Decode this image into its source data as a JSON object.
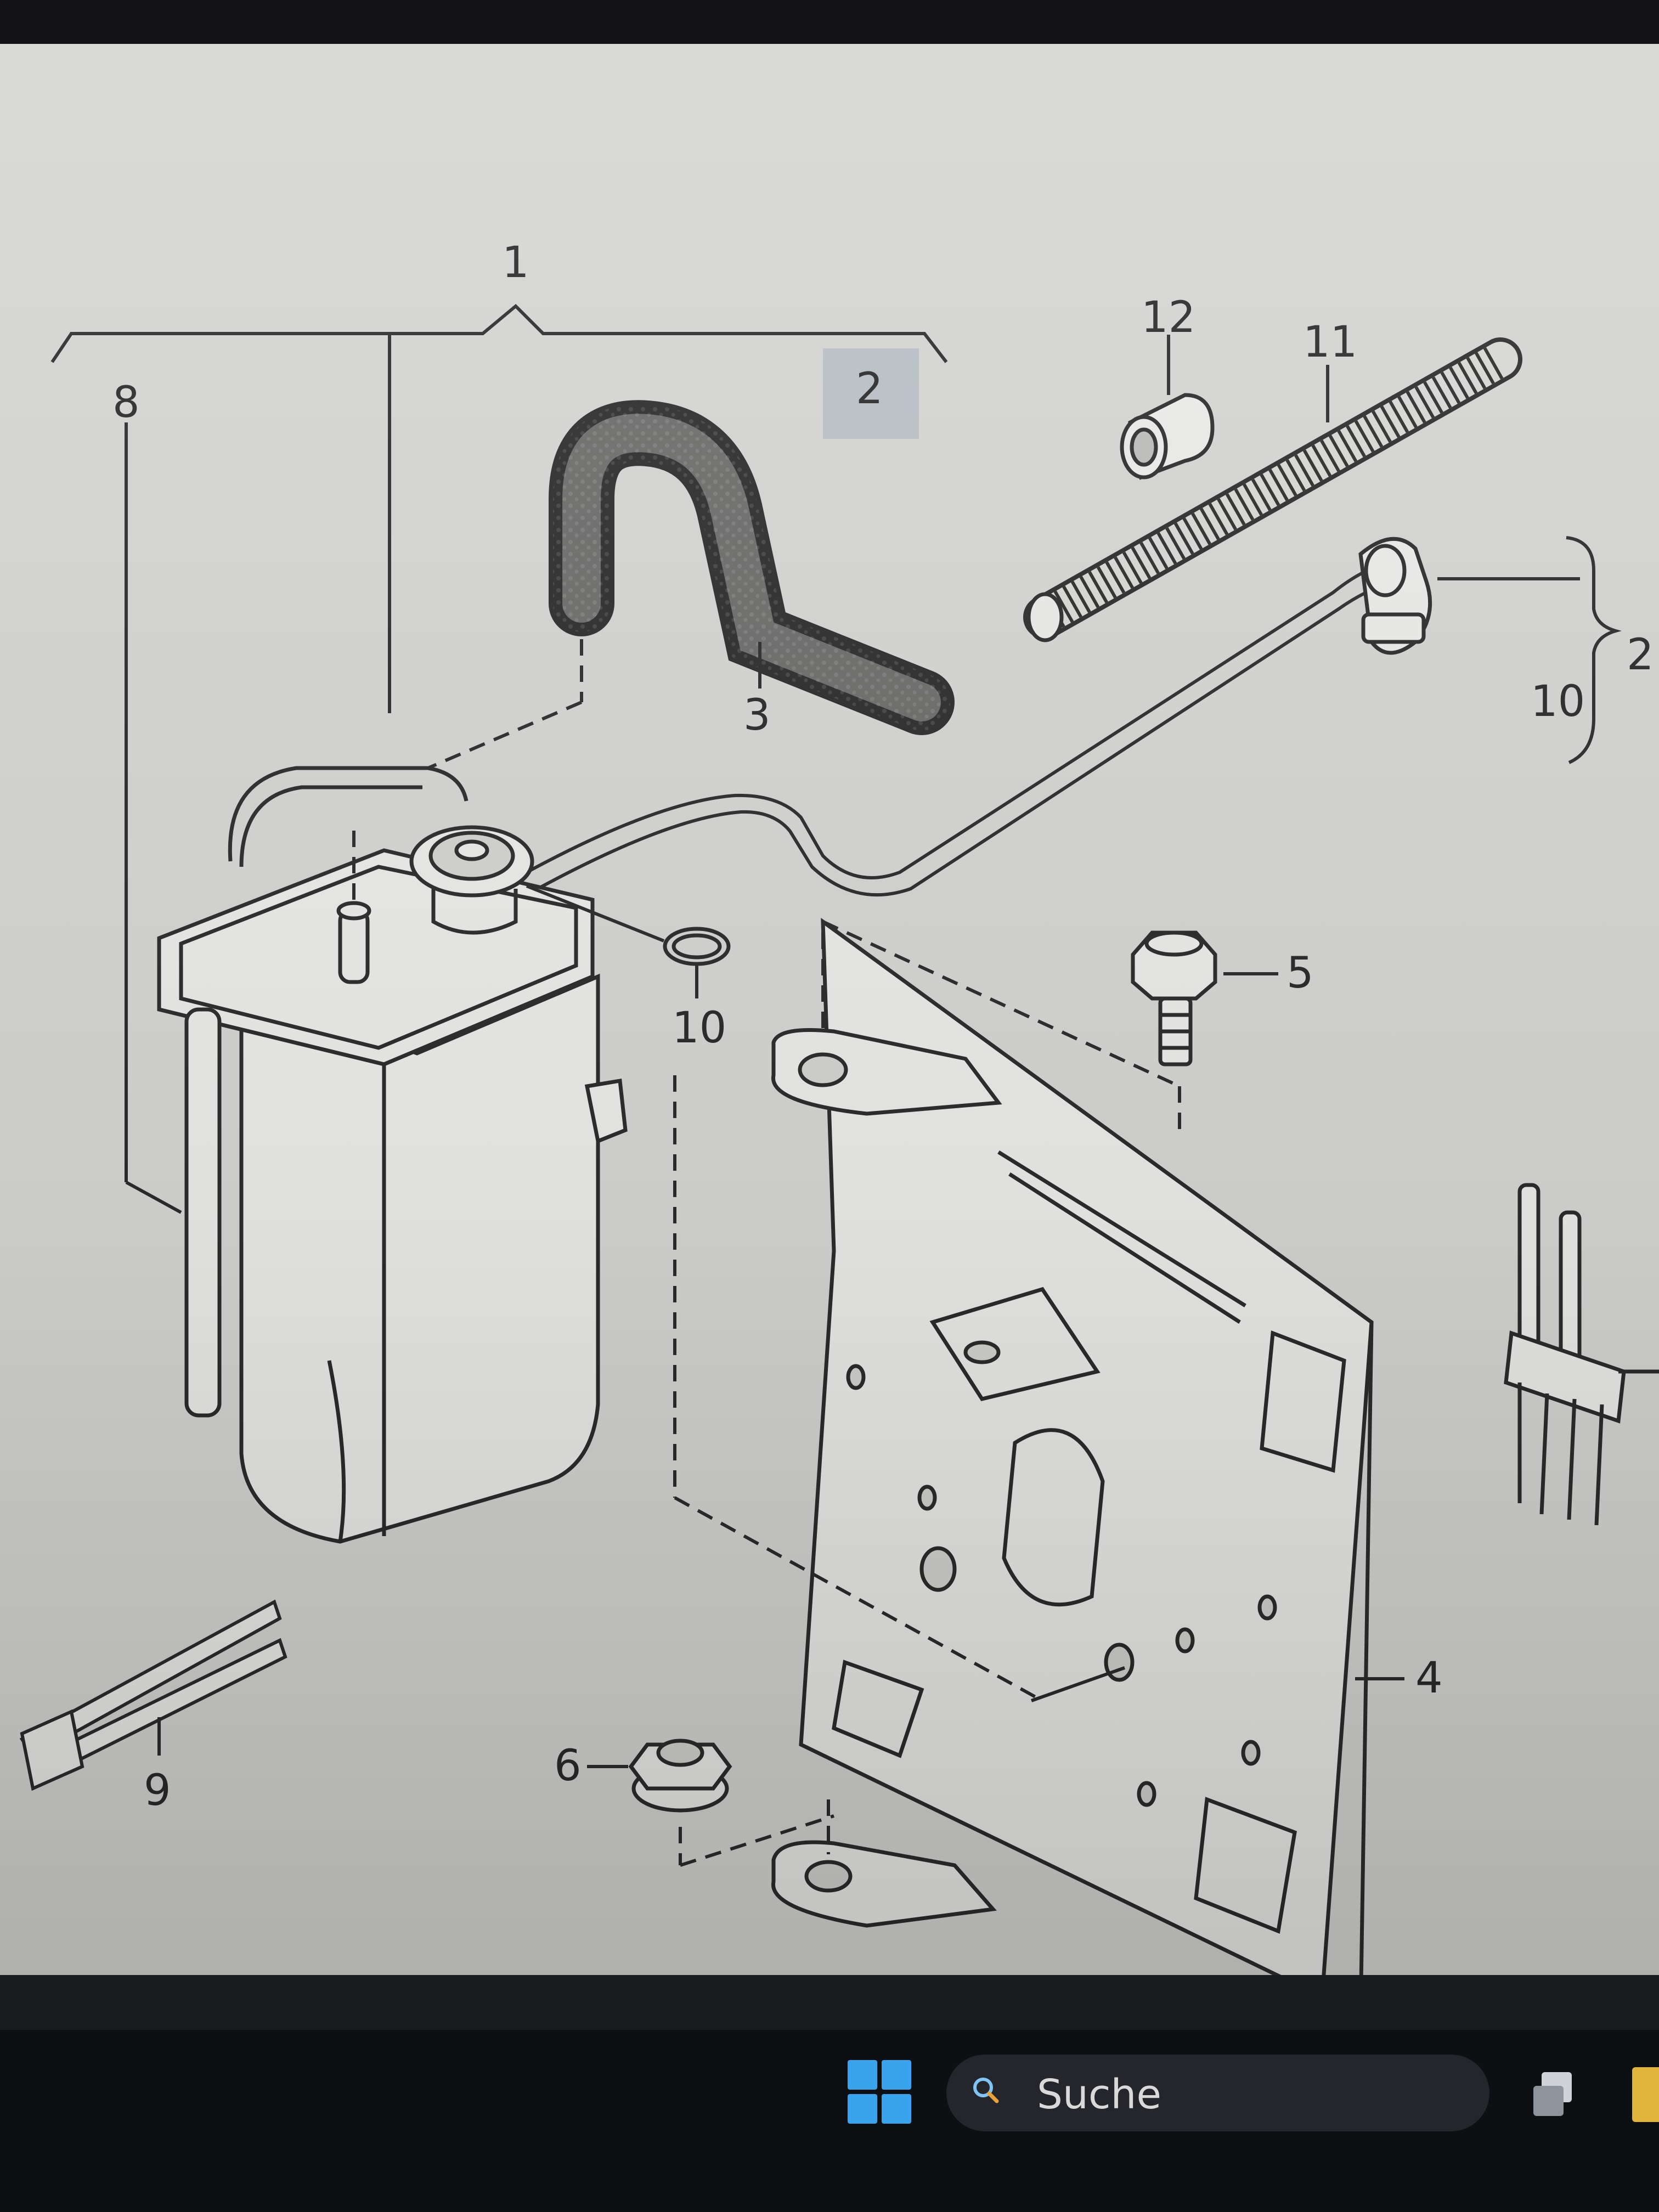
{
  "diagram": {
    "callouts": {
      "c1": "1",
      "c2": "2",
      "c2b": "2",
      "c3": "3",
      "c4": "4",
      "c5": "5",
      "c6": "6",
      "c8": "8",
      "c9": "9",
      "c10a": "10",
      "c10b": "10",
      "c11": "11",
      "c12": "12"
    },
    "highlighted_callout": "2"
  },
  "taskbar": {
    "start_icon": "windows-logo-icon",
    "search_icon": "search-icon",
    "search_label": "Suche",
    "accent": "#3aa3ee"
  }
}
